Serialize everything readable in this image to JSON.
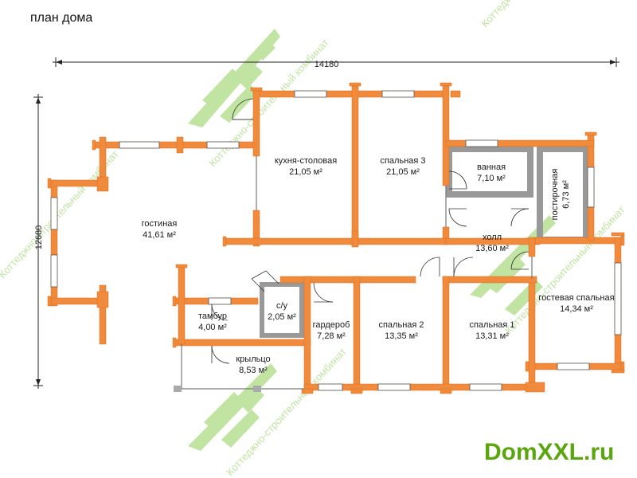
{
  "title": "план дома",
  "brand": "DomXXL.ru",
  "watermark_text": "Коттеджно-строительный комбинат",
  "dimensions": {
    "width": "14180",
    "height": "12680"
  },
  "rooms": {
    "living": {
      "name": "гостиная",
      "area": "41,61 м²"
    },
    "kitchen": {
      "name": "кухня-столовая",
      "area": "21,05 м²"
    },
    "bed3": {
      "name": "спальная 3",
      "area": "21,05 м²"
    },
    "bath": {
      "name": "ванная",
      "area": "7,10 м²"
    },
    "laundry": {
      "name": "постирочная",
      "area": "6,73 м²"
    },
    "hall": {
      "name": "холл",
      "area": "13,60 м²"
    },
    "guest": {
      "name": "гостевая спальная",
      "area": "14,34 м²"
    },
    "wc": {
      "name": "с/у",
      "area": "2,05 м²"
    },
    "tambur": {
      "name": "тамбур",
      "area": "4,00 м²"
    },
    "porch": {
      "name": "крыльцо",
      "area": "8,53 м²"
    },
    "wardrobe": {
      "name": "гардероб",
      "area": "7,28 м²"
    },
    "bed2": {
      "name": "спальная 2",
      "area": "13,35 м²"
    },
    "bed1": {
      "name": "спальная 1",
      "area": "13,31 м²"
    }
  },
  "colors": {
    "wall": "#f08a3c",
    "wall_stroke": "#d86e1e",
    "watermark": "#7cc142",
    "brand": "#5aa60f",
    "gray": "#999999"
  }
}
